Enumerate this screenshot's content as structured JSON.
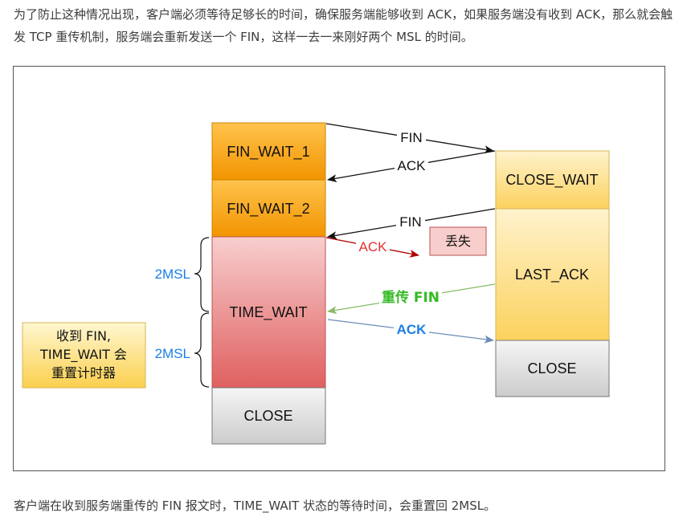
{
  "intro_text": "为了防止这种情况出现，客户端必须等待足够长的时间，确保服务端能够收到 ACK，如果服务端没有收到 ACK，那么就会触发 TCP 重传机制，服务端会重新发送一个 FIN，这样一去一来刚好两个 MSL 的时间。",
  "outro_text": "客户端在收到服务端重传的 FIN 报文时，TIME_WAIT 状态的等待时间，会重置回 2MSL。",
  "diagram": {
    "client_states": [
      "FIN_WAIT_1",
      "FIN_WAIT_2",
      "TIME_WAIT",
      "CLOSE"
    ],
    "server_states": [
      "CLOSE_WAIT",
      "LAST_ACK",
      "CLOSE"
    ],
    "messages": {
      "fin_1": "FIN",
      "ack_1": "ACK",
      "fin_2": "FIN",
      "ack_lost": "ACK",
      "lost": "丢失",
      "retransmit_fin": "重传 FIN",
      "ack_final": "ACK"
    },
    "brace_labels": [
      "2MSL",
      "2MSL"
    ],
    "note_lines": [
      "收到 FIN,",
      "TIME_WAIT 会",
      "重置计时器"
    ],
    "colors": {
      "orange": "#f4a51c",
      "red": "#e06666",
      "gray": "#d4d4d4",
      "yellow": "#fbd766",
      "lost_arrow": "#cc0000",
      "retransmit": "#33bb22",
      "ack_blue": "#1a7fe6"
    }
  }
}
